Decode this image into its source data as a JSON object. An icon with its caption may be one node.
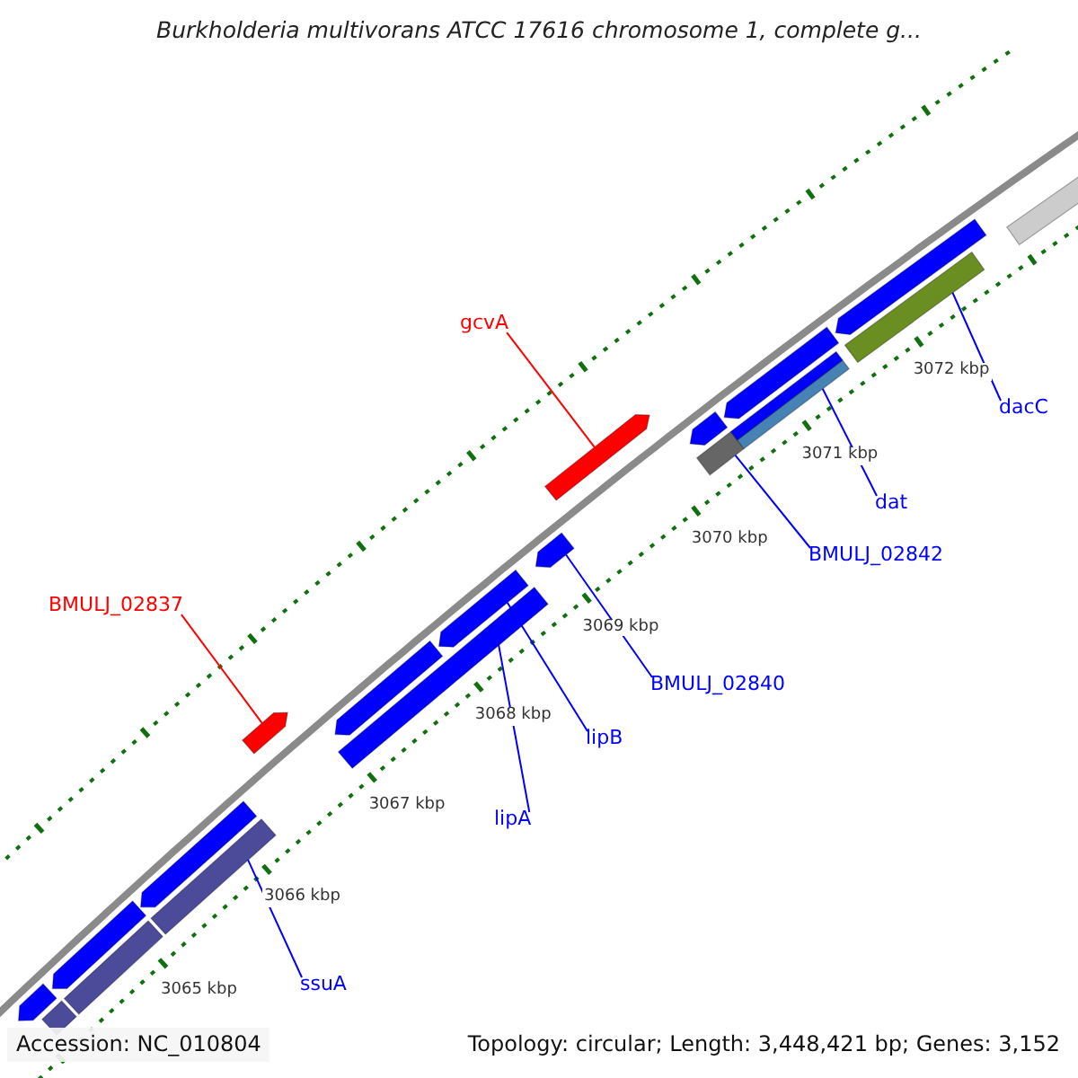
{
  "diagram": {
    "title": "Burkholderia multivorans ATCC 17616 chromosome 1, complete g...",
    "nodes": [
      {
        "text": [
          "gcvA"
        ]
      },
      {
        "text": [],
        "shape": "arrow"
      },
      {
        "text": [
          "dacC"
        ]
      },
      {
        "text": [],
        "shape": "bar"
      },
      {
        "text": [
          "dat"
        ]
      },
      {
        "text": [],
        "shape": "bar"
      },
      {
        "text": [
          "BMULJ_02842"
        ]
      },
      {
        "text": [],
        "shape": "bar"
      },
      {
        "text": [
          "BMULJ_02837"
        ]
      },
      {
        "text": [],
        "shape": "arrow"
      },
      {
        "text": [
          "BMULJ_02840"
        ]
      },
      {
        "text": [],
        "shape": "arrow"
      },
      {
        "text": [
          "lipB"
        ]
      },
      {
        "text": [],
        "shape": "arrow"
      },
      {
        "text": [
          "lipA"
        ]
      },
      {
        "text": [],
        "shape": "bar"
      },
      {
        "text": [
          "ssuA"
        ]
      },
      {
        "text": [],
        "shape": "bar"
      },
      {
        "text": [],
        "shape": "bar"
      },
      {
        "text": [],
        "shape": "arrow"
      },
      {
        "text": [],
        "shape": "bar"
      },
      {
        "text": [],
        "shape": "arrow"
      },
      {
        "text": [],
        "shape": "arrow"
      },
      {
        "text": [],
        "shape": "arrow"
      },
      {
        "text": [],
        "shape": "arrow"
      },
      {
        "text": [],
        "shape": "bar"
      },
      {
        "text": [],
        "shape": "arrow"
      },
      {
        "text": [],
        "shape": "arrow"
      },
      {
        "text": [],
        "shape": "bar"
      }
    ],
    "edges": [
      {
        "from": 0,
        "to": 1,
        "arrow": "none",
        "color": "#ff0000"
      },
      {
        "from": 2,
        "to": 3,
        "arrow": "none"
      },
      {
        "from": 4,
        "to": 5,
        "arrow": "none"
      },
      {
        "from": 6,
        "to": 7,
        "arrow": "none"
      },
      {
        "from": 8,
        "to": 9,
        "arrow": "none",
        "color": "#ff0000"
      },
      {
        "from": 10,
        "to": 11,
        "arrow": "none"
      },
      {
        "from": 12,
        "to": 13,
        "arrow": "none"
      },
      {
        "from": 14,
        "to": 15,
        "arrow": "none"
      },
      {
        "from": 16,
        "to": 17,
        "arrow": "none"
      }
    ],
    "labels": [
      "3072 kbp",
      "3071 kbp",
      "3070 kbp",
      "3069 kbp",
      "3068 kbp",
      "3067 kbp",
      "3066 kbp",
      "3065 kbp",
      "Accession: NC_010804",
      "Topology: circular; Length: 3,448,421 bp; Genes: 3,152"
    ]
  }
}
